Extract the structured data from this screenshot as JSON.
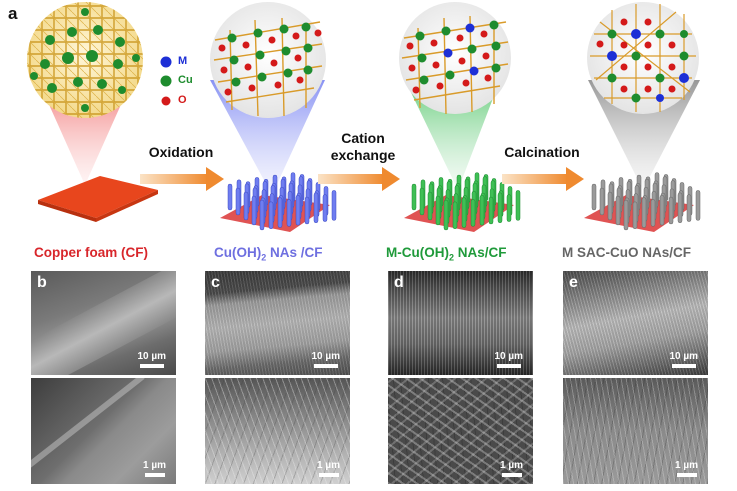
{
  "panel_a": {
    "letter": "a",
    "legend": [
      {
        "symbol": "M",
        "color": "#1d2fd6"
      },
      {
        "symbol": "Cu",
        "color": "#1e8c2e"
      },
      {
        "symbol": "O",
        "color": "#d41a1a"
      }
    ],
    "steps": [
      {
        "line1": "Oxidation",
        "line2": ""
      },
      {
        "line1": "Cation",
        "line2": "exchange"
      },
      {
        "line1": "Calcination",
        "line2": ""
      }
    ],
    "captions": [
      {
        "text": "Copper foam (CF)",
        "color": "#d8262b"
      },
      {
        "main": "Cu(OH)",
        "sub": "2",
        "tail": " NAs /CF",
        "color": "#6e6fe0"
      },
      {
        "main": "M-Cu(OH)",
        "sub": "2",
        "tail": " NAs/CF",
        "color": "#1f9a3a"
      },
      {
        "text": "M SAC-CuO NAs/CF",
        "color": "#666666"
      }
    ]
  },
  "sem_panels": [
    {
      "letter": "b",
      "top_scale": "10 µm",
      "bottom_scale": "1 µm"
    },
    {
      "letter": "c",
      "top_scale": "10 µm",
      "bottom_scale": "1 µm"
    },
    {
      "letter": "d",
      "top_scale": "10 µm",
      "bottom_scale": "1 µm"
    },
    {
      "letter": "e",
      "top_scale": "10 µm",
      "bottom_scale": "1 µm"
    }
  ]
}
